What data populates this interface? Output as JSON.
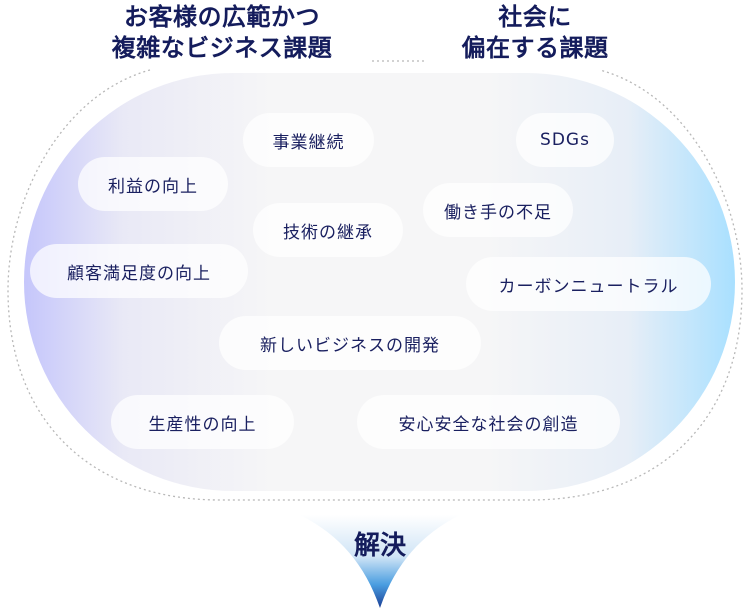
{
  "titles": {
    "left": [
      "お客様の広範かつ",
      "複雑なビジネス課題"
    ],
    "right": [
      "社会に",
      "偏在する課題"
    ]
  },
  "issues": [
    "事業継続",
    "SDGs",
    "利益の向上",
    "働き手の不足",
    "技術の継承",
    "顧客満足度の向上",
    "カーボンニュートラル",
    "新しいビジネスの開発",
    "生産性の向上",
    "安心安全な社会の創造"
  ],
  "solution": "解決",
  "colors": {
    "text": "#1a2060",
    "left_gradient": "#c5c6fb",
    "right_gradient": "#a9e0ff",
    "funnel_tip": "#1a4fa0"
  }
}
